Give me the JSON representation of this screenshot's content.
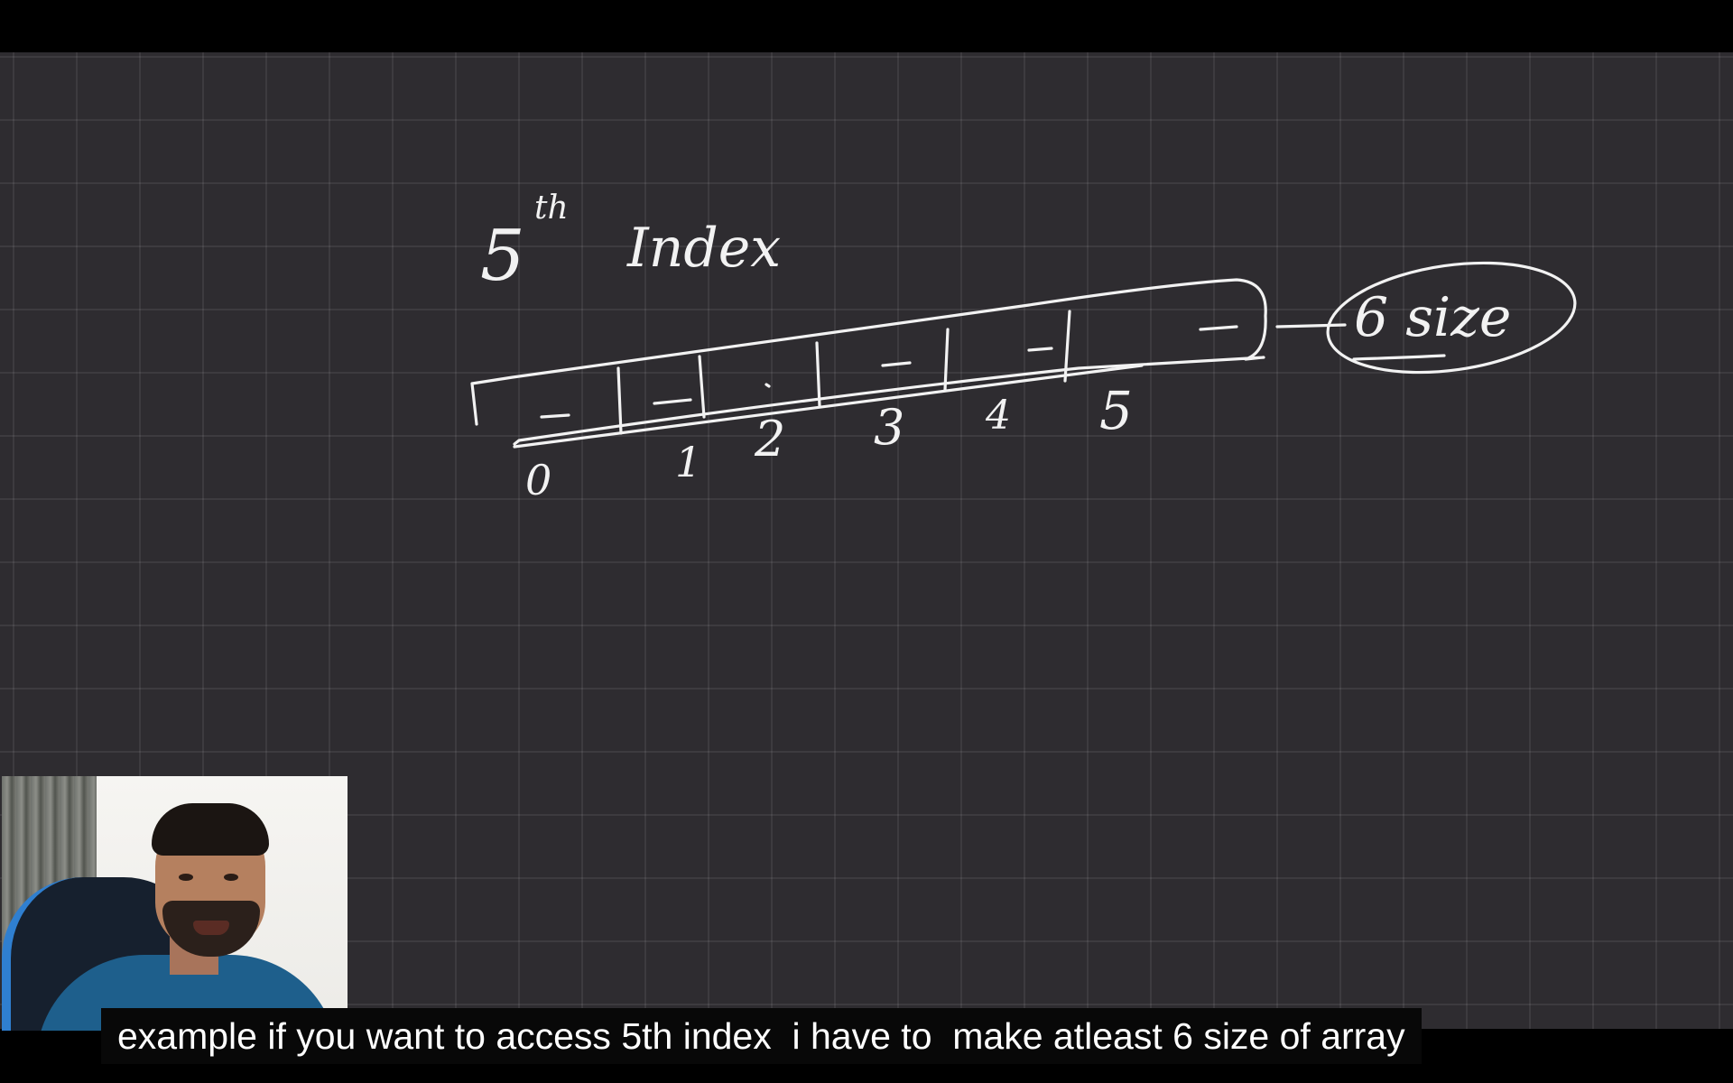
{
  "board": {
    "heading_number": "5",
    "heading_superscript": "th",
    "heading_word": "Index",
    "index_labels": [
      "0",
      "1",
      "2",
      "3",
      "4",
      "5"
    ],
    "size_note": "6 size"
  },
  "caption": {
    "text": "example if you want to access 5th index  i have to  make atleast 6 size of array"
  },
  "colors": {
    "board_background": "#2e2c30",
    "ink": "#f2f2f2",
    "caption_background": "#080808"
  }
}
